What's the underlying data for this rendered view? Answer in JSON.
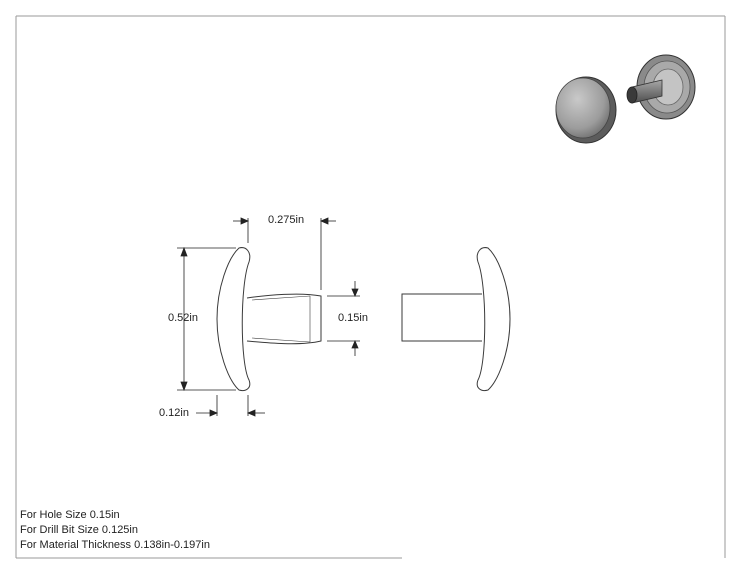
{
  "dimensions": {
    "shank_length": "0.275in",
    "head_diameter": "0.52in",
    "shank_diameter": "0.15in",
    "head_thickness": "0.12in"
  },
  "notes": [
    "For Hole Size 0.15in",
    "For Drill Bit Size 0.125in",
    "For Material Thickness 0.138in-0.197in"
  ]
}
